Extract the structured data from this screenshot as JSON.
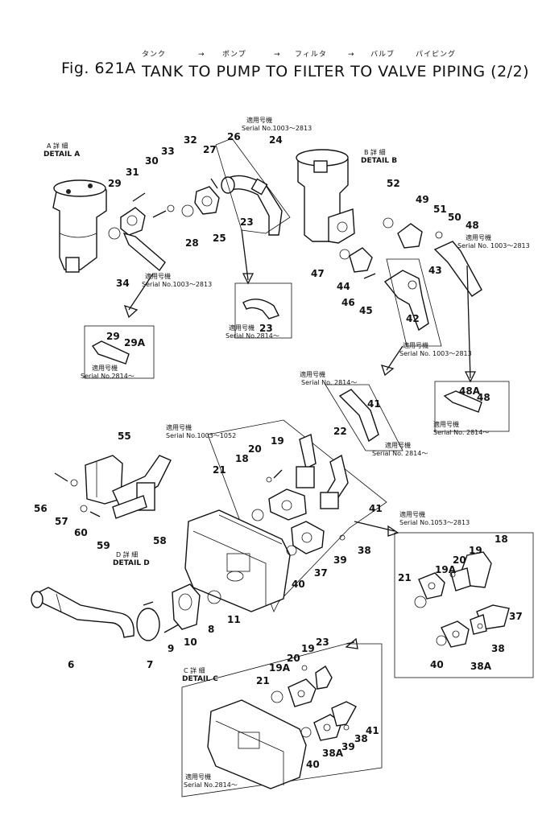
{
  "title": {
    "figure": "Fig. 621A",
    "text": "TANK TO PUMP TO FILTER TO VALVE PIPING (2/2)",
    "kana": [
      "タンク",
      "→",
      "ポンプ",
      "→",
      "フィルタ",
      "→",
      "バルブ",
      "パイピング"
    ]
  },
  "details": {
    "a": {
      "jp": "A 詳 細",
      "en": "DETAIL A"
    },
    "b": {
      "jp": "B 詳 細",
      "en": "DETAIL B"
    },
    "c": {
      "jp": "C 詳 細",
      "en": "DETAIL C"
    },
    "d": {
      "jp": "D 詳 細",
      "en": "DETAIL D"
    }
  },
  "serials": {
    "s1": {
      "jp": "適用号機",
      "en": "Serial No.1003～2813"
    },
    "s2": {
      "jp": "適用号機",
      "en": "Serial No.1003～2813"
    },
    "s3": {
      "jp": "適用号機",
      "en": "Serial No.2814～"
    },
    "s4": {
      "jp": "適用号機",
      "en": "Serial No.2814～"
    },
    "s5": {
      "jp": "適用号機",
      "en": "Serial No. 1003～2813"
    },
    "s6": {
      "jp": "適用号機",
      "en": "Serial No. 1003～2813"
    },
    "s7": {
      "jp": "適用号機",
      "en": "Serial No. 2814～"
    },
    "s8": {
      "jp": "適用号機",
      "en": "Serial No. 2814～"
    },
    "s9": {
      "jp": "適用号機",
      "en": "Serial No. 2814～"
    },
    "s10": {
      "jp": "適用号機",
      "en": "Serial No.1003～1052"
    },
    "s11": {
      "jp": "適用号機",
      "en": "Serial No.1053～2813"
    },
    "s12": {
      "jp": "適用号機",
      "en": "Serial No.2814～"
    }
  },
  "callouts": {
    "c24": "24",
    "c26": "26",
    "c27": "27",
    "c32": "32",
    "c33": "33",
    "c30": "30",
    "c31": "31",
    "c29": "29",
    "c23a": "23",
    "c25": "25",
    "c28": "28",
    "c34": "34",
    "c23b": "23",
    "c29b": "29",
    "c29A": "29A",
    "c52": "52",
    "c49": "49",
    "c51": "51",
    "c50": "50",
    "c48": "48",
    "c47": "47",
    "c44": "44",
    "c43": "43",
    "c46": "46",
    "c45": "45",
    "c42": "42",
    "c48A": "48A",
    "c48b": "48",
    "c41a": "41",
    "c55": "55",
    "c22": "22",
    "c19a": "19",
    "c20a": "20",
    "c18a": "18",
    "c21a": "21",
    "c56": "56",
    "c57": "57",
    "c60": "60",
    "c59": "59",
    "c58": "58",
    "c41b": "41",
    "c39a": "39",
    "c38a": "38",
    "c37": "37",
    "c40a": "40",
    "c18b": "18",
    "c19b": "19",
    "c20b": "20",
    "c19Ab": "19A",
    "c21b": "21",
    "c37b": "37",
    "c38b": "38",
    "c38Ab": "38A",
    "c40b": "40",
    "c11": "11",
    "c8": "8",
    "c10": "10",
    "c9": "9",
    "c7": "7",
    "c6": "6",
    "c19c": "19",
    "c23c": "23",
    "c20c": "20",
    "c19Ac": "19A",
    "c21c": "21",
    "c41c": "41",
    "c38c": "38",
    "c39c": "39",
    "c38Ac": "38A",
    "c40c": "40"
  }
}
